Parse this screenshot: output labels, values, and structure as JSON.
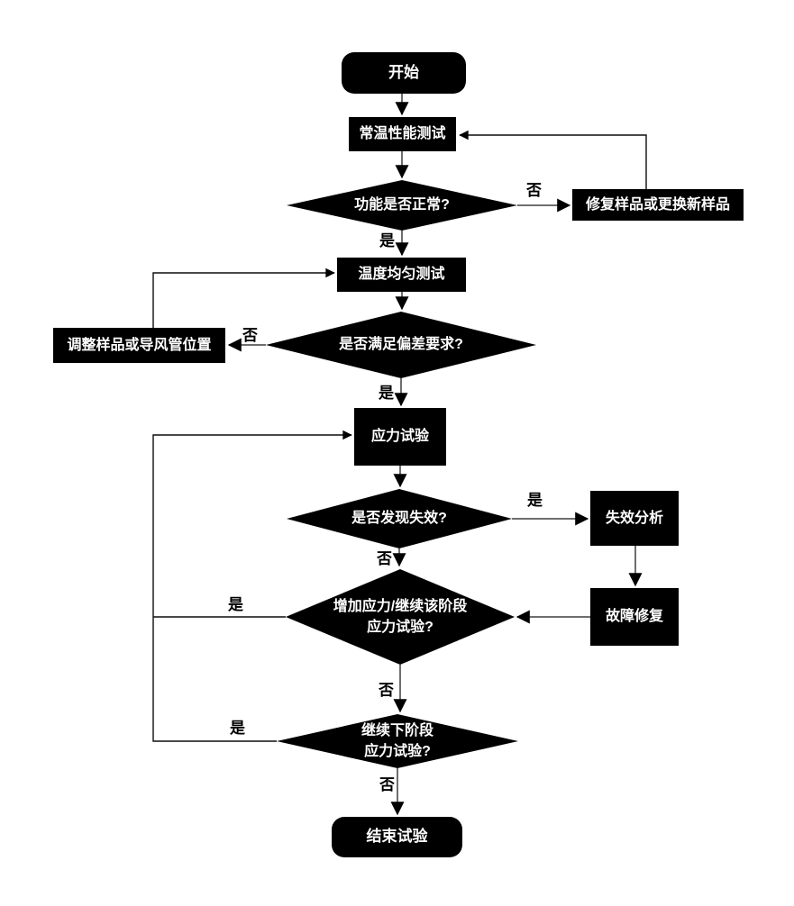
{
  "colors": {
    "background": "#ffffff",
    "node_fill": "#000000",
    "node_text": "#ffffff",
    "flow_line": "#6e6e6e",
    "loop_line": "#0d0d0d",
    "arrowhead": "#000000",
    "edge_label_text": "#000000"
  },
  "flowchart": {
    "nodes": {
      "start": {
        "type": "terminator",
        "label": "开始"
      },
      "normal_temp_test": {
        "type": "process",
        "label": "常温性能测试"
      },
      "function_normal": {
        "type": "decision",
        "label": "功能是否正常?"
      },
      "repair_sample": {
        "type": "process",
        "label": "修复样品或更换新样品"
      },
      "temp_uniformity_test": {
        "type": "process",
        "label": "温度均匀测试"
      },
      "deviation_ok": {
        "type": "decision",
        "label": "是否满足偏差要求?"
      },
      "adjust_sample": {
        "type": "process",
        "label": "调整样品或导风管位置"
      },
      "stress_test": {
        "type": "process",
        "label": "应力试验"
      },
      "failure_found": {
        "type": "decision",
        "label": "是否发现失效?"
      },
      "failure_analysis": {
        "type": "process",
        "label": "失效分析"
      },
      "increase_stress": {
        "type": "decision",
        "label_line1": "增加应力/继续该阶段",
        "label_line2": "应力试验?"
      },
      "fault_repair": {
        "type": "process",
        "label": "故障修复"
      },
      "next_stage": {
        "type": "decision",
        "label_line1": "继续下阶段",
        "label_line2": "应力试验?"
      },
      "end": {
        "type": "terminator",
        "label": "结束试验"
      }
    },
    "edge_labels": {
      "yes": "是",
      "no": "否"
    }
  }
}
